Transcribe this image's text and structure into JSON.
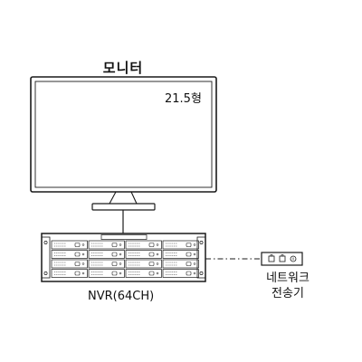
{
  "monitor": {
    "title": "모니터",
    "size_label": "21.5형"
  },
  "nvr": {
    "label": "NVR(64CH)",
    "bay_rows": 4,
    "bay_columns": 4
  },
  "transmitter": {
    "label": "네트워크\n전송기"
  },
  "colors": {
    "line": "#1a1a1a",
    "background": "#ffffff"
  }
}
